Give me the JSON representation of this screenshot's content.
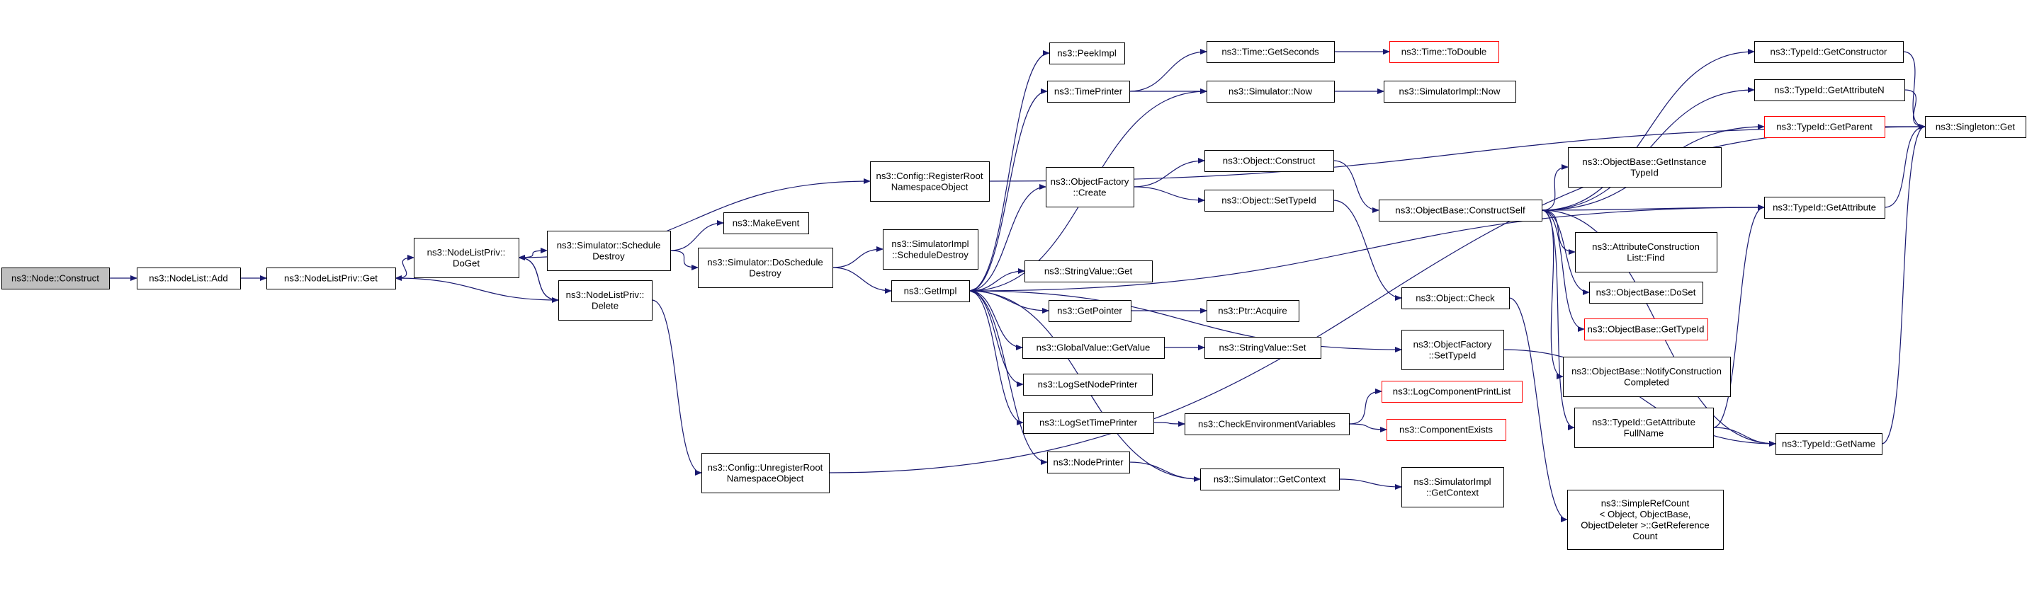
{
  "colors": {
    "edge": "#191970",
    "node_border": "#000000",
    "node_fill": "#ffffff",
    "root_fill": "#bfbfbf",
    "truncated_border": "#ff0000"
  },
  "nodes": [
    {
      "id": "construct",
      "lines": [
        "ns3::Node::Construct"
      ],
      "style": "root"
    },
    {
      "id": "nl_add",
      "lines": [
        "ns3::NodeList::Add"
      ],
      "style": "normal"
    },
    {
      "id": "nlp_get",
      "lines": [
        "ns3::NodeListPriv::Get"
      ],
      "style": "normal"
    },
    {
      "id": "nlp_doget",
      "lines": [
        "ns3::NodeListPriv::",
        "DoGet"
      ],
      "style": "normal"
    },
    {
      "id": "cfg_register",
      "lines": [
        "ns3::Config::RegisterRoot",
        "NamespaceObject"
      ],
      "style": "normal"
    },
    {
      "id": "sim_schedule_destroy",
      "lines": [
        "ns3::Simulator::Schedule",
        "Destroy"
      ],
      "style": "normal"
    },
    {
      "id": "nlp_delete",
      "lines": [
        "ns3::NodeListPriv::",
        "Delete"
      ],
      "style": "normal"
    },
    {
      "id": "make_event",
      "lines": [
        "ns3::MakeEvent"
      ],
      "style": "normal"
    },
    {
      "id": "sim_doschedule_destroy",
      "lines": [
        "ns3::Simulator::DoSchedule",
        "Destroy"
      ],
      "style": "normal"
    },
    {
      "id": "cfg_unregister",
      "lines": [
        "ns3::Config::UnregisterRoot",
        "NamespaceObject"
      ],
      "style": "normal"
    },
    {
      "id": "simimpl_schedule_destroy",
      "lines": [
        "ns3::SimulatorImpl",
        "::ScheduleDestroy"
      ],
      "style": "normal"
    },
    {
      "id": "getimpl",
      "lines": [
        "ns3::GetImpl"
      ],
      "style": "normal"
    },
    {
      "id": "peekimpl",
      "lines": [
        "ns3::PeekImpl"
      ],
      "style": "normal"
    },
    {
      "id": "timeprinter",
      "lines": [
        "ns3::TimePrinter"
      ],
      "style": "normal"
    },
    {
      "id": "of_create",
      "lines": [
        "ns3::ObjectFactory",
        "::Create"
      ],
      "style": "normal"
    },
    {
      "id": "stringvalue_get",
      "lines": [
        "ns3::StringValue::Get"
      ],
      "style": "normal"
    },
    {
      "id": "getpointer",
      "lines": [
        "ns3::GetPointer"
      ],
      "style": "normal"
    },
    {
      "id": "gv_getvalue",
      "lines": [
        "ns3::GlobalValue::GetValue"
      ],
      "style": "normal"
    },
    {
      "id": "logsetnodeprinter",
      "lines": [
        "ns3::LogSetNodePrinter"
      ],
      "style": "normal"
    },
    {
      "id": "logsettimeprinter",
      "lines": [
        "ns3::LogSetTimePrinter"
      ],
      "style": "normal"
    },
    {
      "id": "nodeprinter",
      "lines": [
        "ns3::NodePrinter"
      ],
      "style": "normal"
    },
    {
      "id": "time_getseconds",
      "lines": [
        "ns3::Time::GetSeconds"
      ],
      "style": "normal"
    },
    {
      "id": "sim_now",
      "lines": [
        "ns3::Simulator::Now"
      ],
      "style": "normal"
    },
    {
      "id": "obj_construct",
      "lines": [
        "ns3::Object::Construct"
      ],
      "style": "normal"
    },
    {
      "id": "obj_settypeid",
      "lines": [
        "ns3::Object::SetTypeId"
      ],
      "style": "normal"
    },
    {
      "id": "ptr_acquire",
      "lines": [
        "ns3::Ptr::Acquire"
      ],
      "style": "normal"
    },
    {
      "id": "stringvalue_set",
      "lines": [
        "ns3::StringValue::Set"
      ],
      "style": "normal"
    },
    {
      "id": "check_env",
      "lines": [
        "ns3::CheckEnvironmentVariables"
      ],
      "style": "normal"
    },
    {
      "id": "sim_getcontext",
      "lines": [
        "ns3::Simulator::GetContext"
      ],
      "style": "normal"
    },
    {
      "id": "time_todouble",
      "lines": [
        "ns3::Time::ToDouble"
      ],
      "style": "truncated"
    },
    {
      "id": "simimpl_now",
      "lines": [
        "ns3::SimulatorImpl::Now"
      ],
      "style": "normal"
    },
    {
      "id": "ob_constructself",
      "lines": [
        "ns3::ObjectBase::ConstructSelf"
      ],
      "style": "normal"
    },
    {
      "id": "obj_check",
      "lines": [
        "ns3::Object::Check"
      ],
      "style": "normal"
    },
    {
      "id": "of_settypeid",
      "lines": [
        "ns3::ObjectFactory",
        "::SetTypeId"
      ],
      "style": "normal"
    },
    {
      "id": "logcomponentprintlist",
      "lines": [
        "ns3::LogComponentPrintList"
      ],
      "style": "truncated"
    },
    {
      "id": "componentexists",
      "lines": [
        "ns3::ComponentExists"
      ],
      "style": "truncated"
    },
    {
      "id": "simimpl_getcontext",
      "lines": [
        "ns3::SimulatorImpl",
        "::GetContext"
      ],
      "style": "normal"
    },
    {
      "id": "ob_getinstancetypeid",
      "lines": [
        "ns3::ObjectBase::GetInstance",
        "TypeId"
      ],
      "style": "normal"
    },
    {
      "id": "acl_find",
      "lines": [
        "ns3::AttributeConstruction",
        "List::Find"
      ],
      "style": "normal"
    },
    {
      "id": "ob_doset",
      "lines": [
        "ns3::ObjectBase::DoSet"
      ],
      "style": "normal"
    },
    {
      "id": "ob_gettypeid",
      "lines": [
        "ns3::ObjectBase::GetTypeId"
      ],
      "style": "truncated"
    },
    {
      "id": "ob_notifyconstruction",
      "lines": [
        "ns3::ObjectBase::NotifyConstruction",
        "Completed"
      ],
      "style": "normal"
    },
    {
      "id": "tid_getattributefullname",
      "lines": [
        "ns3::TypeId::GetAttribute",
        "FullName"
      ],
      "style": "normal"
    },
    {
      "id": "simplerefcount",
      "lines": [
        "ns3::SimpleRefCount",
        "< Object, ObjectBase,",
        "ObjectDeleter >::GetReference",
        "Count"
      ],
      "style": "normal"
    },
    {
      "id": "tid_getconstructor",
      "lines": [
        "ns3::TypeId::GetConstructor"
      ],
      "style": "normal"
    },
    {
      "id": "tid_getattributen",
      "lines": [
        "ns3::TypeId::GetAttributeN"
      ],
      "style": "normal"
    },
    {
      "id": "tid_getparent",
      "lines": [
        "ns3::TypeId::GetParent"
      ],
      "style": "truncated"
    },
    {
      "id": "tid_getattribute",
      "lines": [
        "ns3::TypeId::GetAttribute"
      ],
      "style": "normal"
    },
    {
      "id": "tid_getname",
      "lines": [
        "ns3::TypeId::GetName"
      ],
      "style": "normal"
    },
    {
      "id": "singleton_get",
      "lines": [
        "ns3::Singleton::Get"
      ],
      "style": "normal"
    }
  ],
  "edges": [
    {
      "from": "construct",
      "to": "nl_add"
    },
    {
      "from": "nl_add",
      "to": "nlp_get"
    },
    {
      "from": "nlp_get",
      "to": "nlp_doget"
    },
    {
      "from": "nlp_doget",
      "to": "cfg_register"
    },
    {
      "from": "nlp_doget",
      "to": "sim_schedule_destroy"
    },
    {
      "from": "nlp_doget",
      "to": "nlp_delete"
    },
    {
      "from": "nlp_delete",
      "to": "nlp_get"
    },
    {
      "from": "nlp_delete",
      "to": "nlp_doget"
    },
    {
      "from": "nlp_delete",
      "to": "cfg_unregister"
    },
    {
      "from": "sim_schedule_destroy",
      "to": "make_event"
    },
    {
      "from": "sim_schedule_destroy",
      "to": "sim_doschedule_destroy"
    },
    {
      "from": "sim_doschedule_destroy",
      "to": "simimpl_schedule_destroy"
    },
    {
      "from": "sim_doschedule_destroy",
      "to": "getimpl"
    },
    {
      "from": "cfg_register",
      "to": "singleton_get"
    },
    {
      "from": "cfg_unregister",
      "to": "singleton_get"
    },
    {
      "from": "getimpl",
      "to": "peekimpl"
    },
    {
      "from": "getimpl",
      "to": "timeprinter"
    },
    {
      "from": "getimpl",
      "to": "sim_now"
    },
    {
      "from": "getimpl",
      "to": "of_create"
    },
    {
      "from": "getimpl",
      "to": "stringvalue_get"
    },
    {
      "from": "getimpl",
      "to": "getpointer"
    },
    {
      "from": "getimpl",
      "to": "gv_getvalue"
    },
    {
      "from": "getimpl",
      "to": "logsetnodeprinter"
    },
    {
      "from": "getimpl",
      "to": "logsettimeprinter"
    },
    {
      "from": "getimpl",
      "to": "nodeprinter"
    },
    {
      "from": "getimpl",
      "to": "of_settypeid"
    },
    {
      "from": "getimpl",
      "to": "tid_getattribute"
    },
    {
      "from": "sim_getcontext",
      "to": "getimpl"
    },
    {
      "from": "timeprinter",
      "to": "time_getseconds"
    },
    {
      "from": "timeprinter",
      "to": "sim_now"
    },
    {
      "from": "time_getseconds",
      "to": "time_todouble"
    },
    {
      "from": "sim_now",
      "to": "simimpl_now"
    },
    {
      "from": "of_create",
      "to": "obj_construct"
    },
    {
      "from": "of_create",
      "to": "obj_settypeid"
    },
    {
      "from": "obj_construct",
      "to": "ob_constructself"
    },
    {
      "from": "obj_settypeid",
      "to": "obj_check"
    },
    {
      "from": "getpointer",
      "to": "ptr_acquire"
    },
    {
      "from": "gv_getvalue",
      "to": "stringvalue_set"
    },
    {
      "from": "logsettimeprinter",
      "to": "check_env"
    },
    {
      "from": "check_env",
      "to": "logcomponentprintlist"
    },
    {
      "from": "check_env",
      "to": "componentexists"
    },
    {
      "from": "nodeprinter",
      "to": "sim_getcontext"
    },
    {
      "from": "sim_getcontext",
      "to": "simimpl_getcontext"
    },
    {
      "from": "obj_check",
      "to": "simplerefcount"
    },
    {
      "from": "of_settypeid",
      "to": "tid_getname"
    },
    {
      "from": "ob_constructself",
      "to": "tid_getconstructor"
    },
    {
      "from": "ob_constructself",
      "to": "tid_getattributen"
    },
    {
      "from": "ob_constructself",
      "to": "tid_getparent"
    },
    {
      "from": "ob_constructself",
      "to": "ob_getinstancetypeid"
    },
    {
      "from": "ob_constructself",
      "to": "tid_getattribute"
    },
    {
      "from": "ob_constructself",
      "to": "acl_find"
    },
    {
      "from": "ob_constructself",
      "to": "ob_doset"
    },
    {
      "from": "ob_constructself",
      "to": "ob_gettypeid"
    },
    {
      "from": "ob_constructself",
      "to": "ob_notifyconstruction"
    },
    {
      "from": "ob_constructself",
      "to": "tid_getattributefullname"
    },
    {
      "from": "ob_constructself",
      "to": "tid_getname"
    },
    {
      "from": "tid_getattributefullname",
      "to": "tid_getattribute"
    },
    {
      "from": "tid_getattributefullname",
      "to": "tid_getname"
    },
    {
      "from": "tid_getconstructor",
      "to": "singleton_get"
    },
    {
      "from": "tid_getattributen",
      "to": "singleton_get"
    },
    {
      "from": "tid_getparent",
      "to": "singleton_get"
    },
    {
      "from": "tid_getattribute",
      "to": "singleton_get"
    },
    {
      "from": "tid_getname",
      "to": "singleton_get"
    }
  ]
}
